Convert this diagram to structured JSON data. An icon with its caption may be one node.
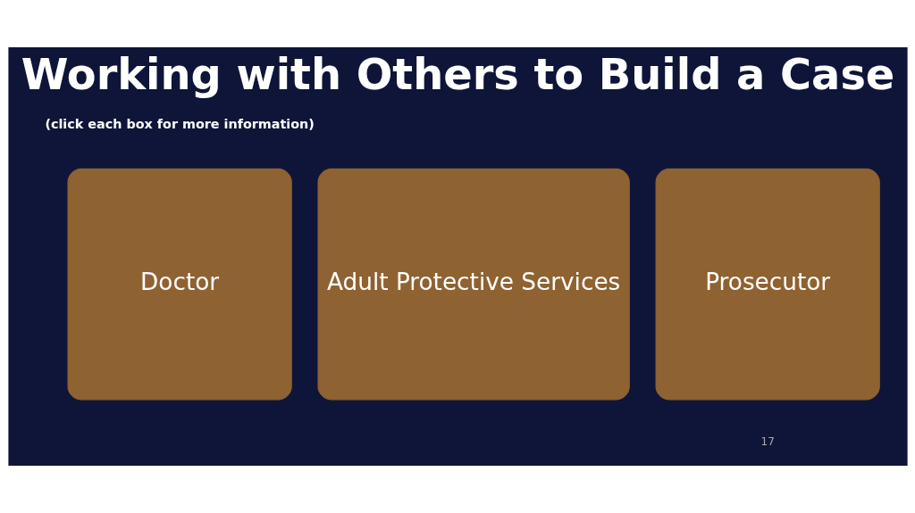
{
  "diagram": {
    "title": "Working with Others to Build a Case",
    "nodes": [
      {
        "text": [
          "Doctor"
        ]
      },
      {
        "text": [
          "Adult Protective Services"
        ]
      },
      {
        "text": [
          "Prosecutor"
        ]
      }
    ],
    "labels": [
      "(click each box for more information)",
      "17"
    ]
  }
}
